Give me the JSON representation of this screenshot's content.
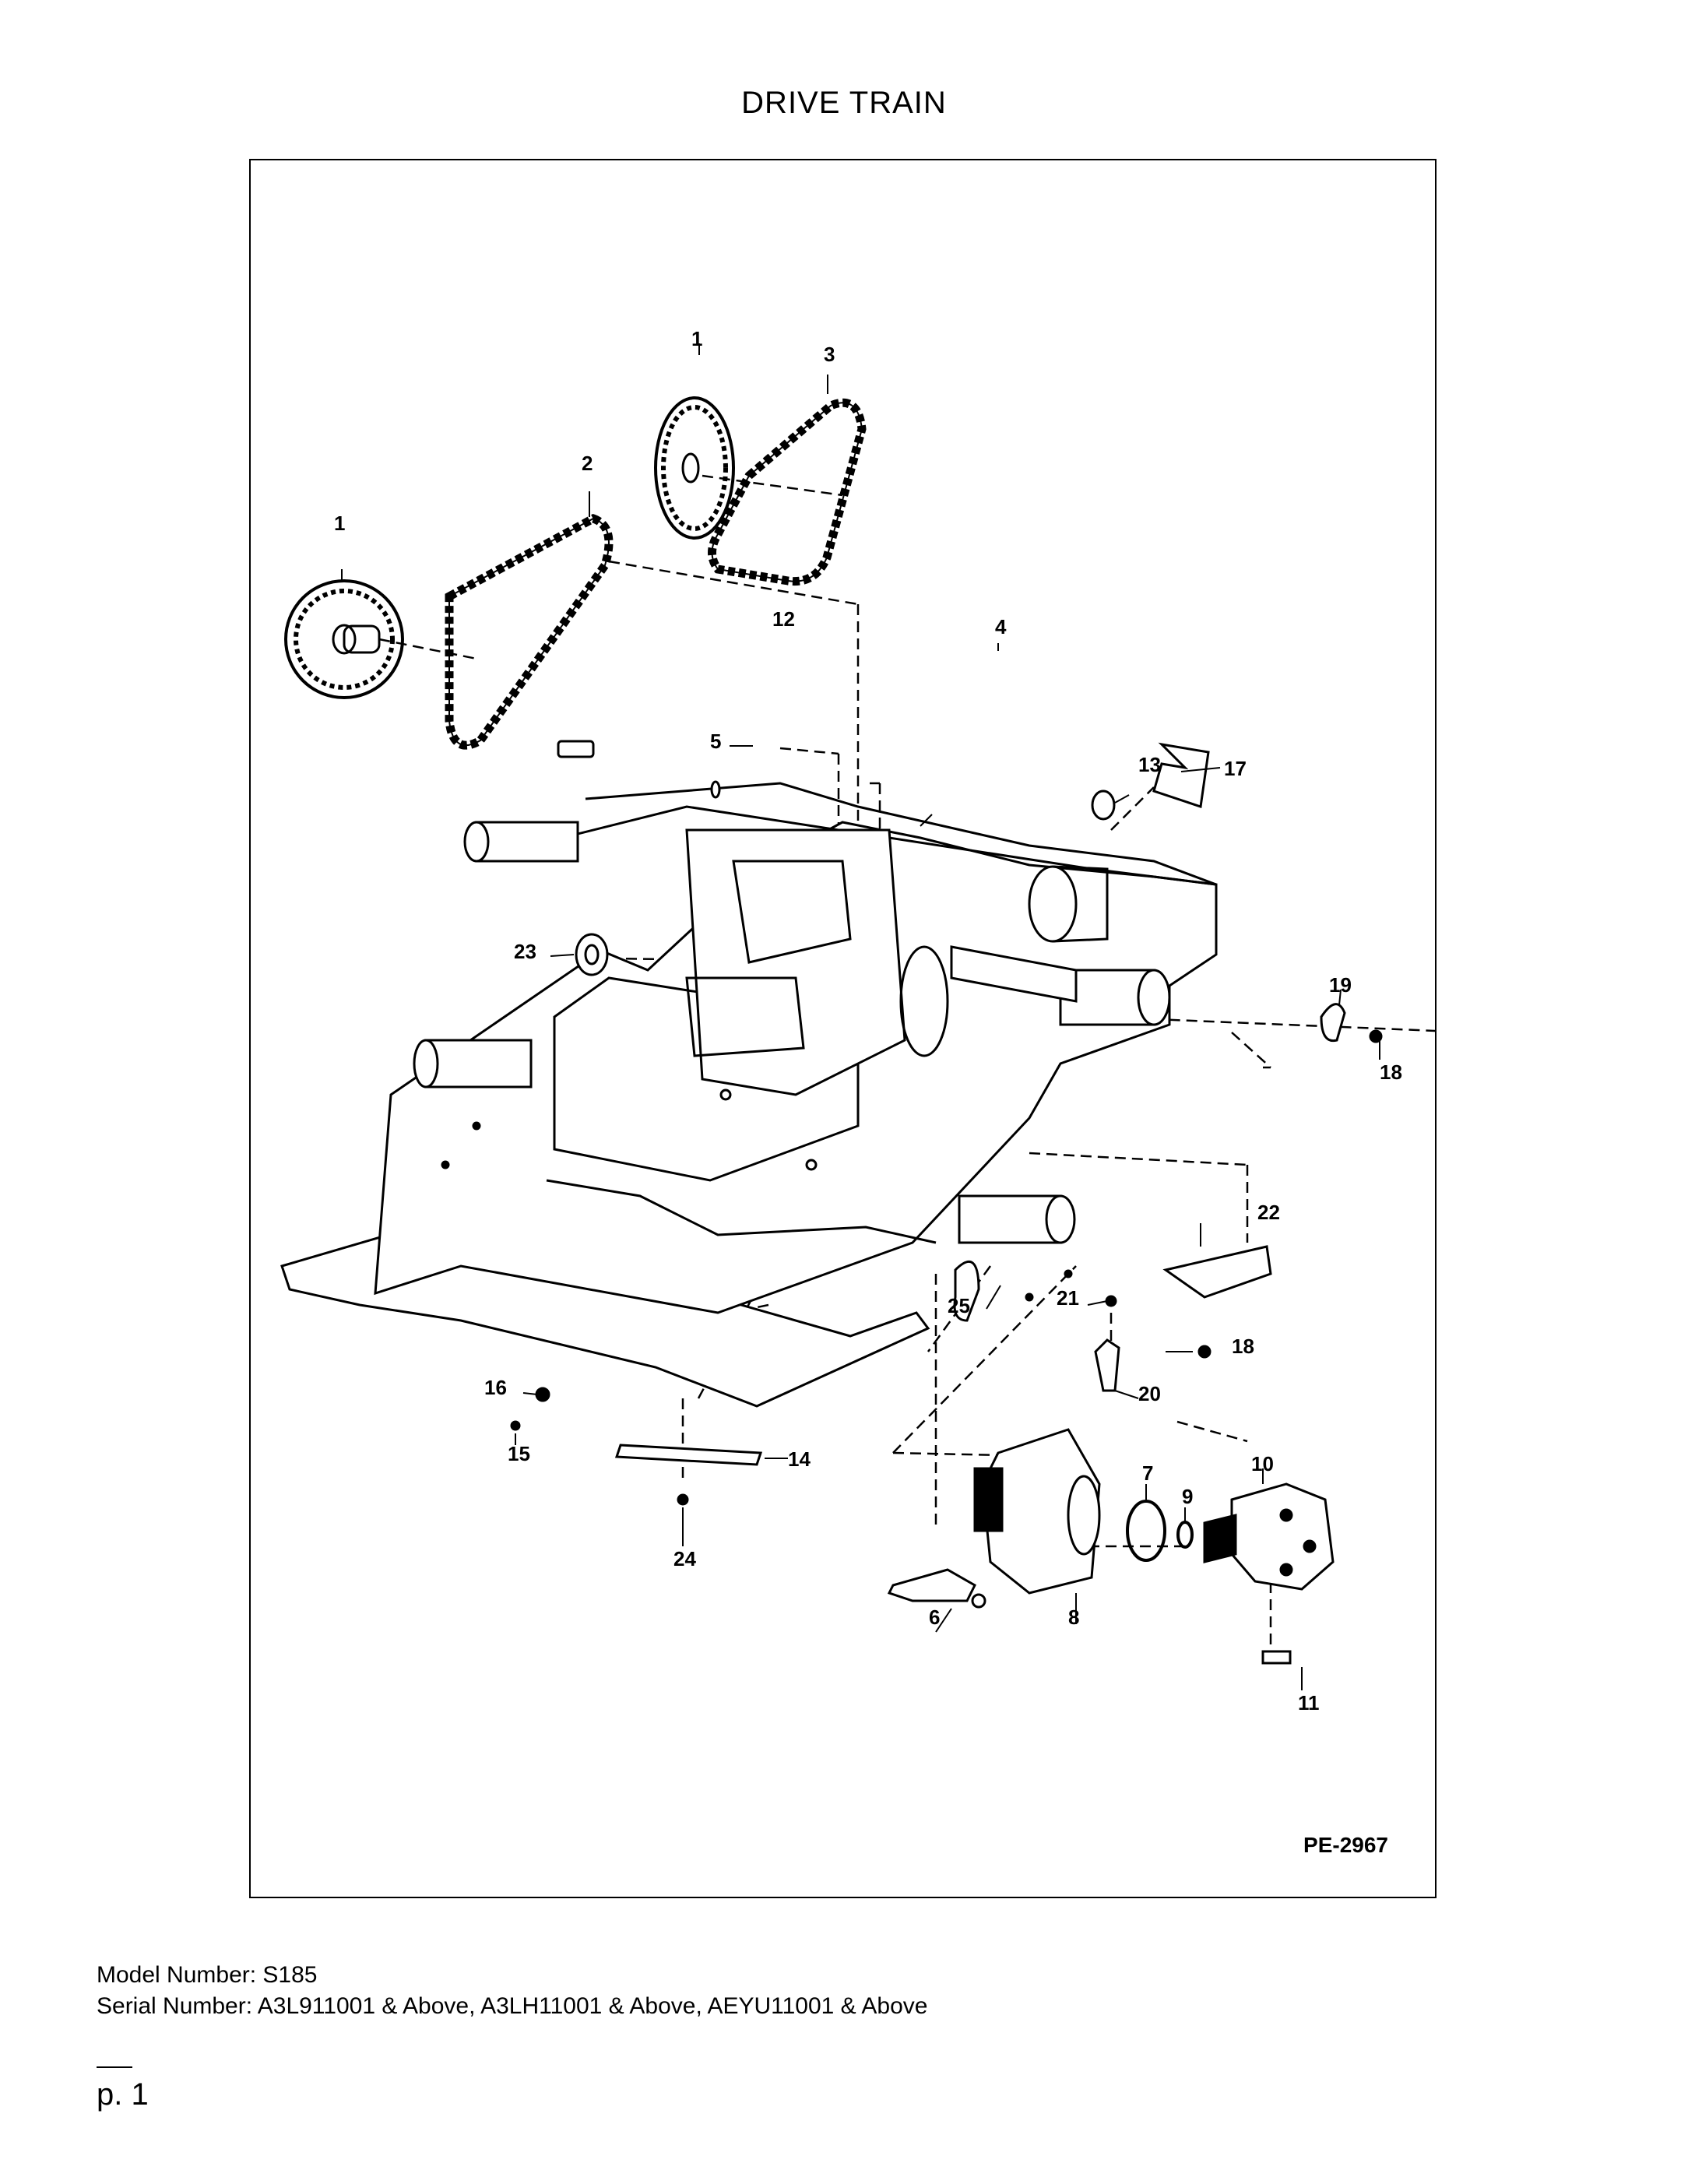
{
  "page": {
    "title": "DRIVE TRAIN",
    "figure_code": "PE-2967",
    "model_line": "Model Number: S185",
    "serial_line": "Serial Number: A3L911001 & Above, A3LH11001 & Above, AEYU11001 & Above",
    "page_number": "p. 1"
  },
  "callouts": [
    "1",
    "1",
    "2",
    "3",
    "4",
    "5",
    "6",
    "7",
    "8",
    "9",
    "10",
    "11",
    "12",
    "13",
    "14",
    "15",
    "16",
    "17",
    "18",
    "18",
    "19",
    "20",
    "21",
    "22",
    "23",
    "24",
    "25"
  ]
}
